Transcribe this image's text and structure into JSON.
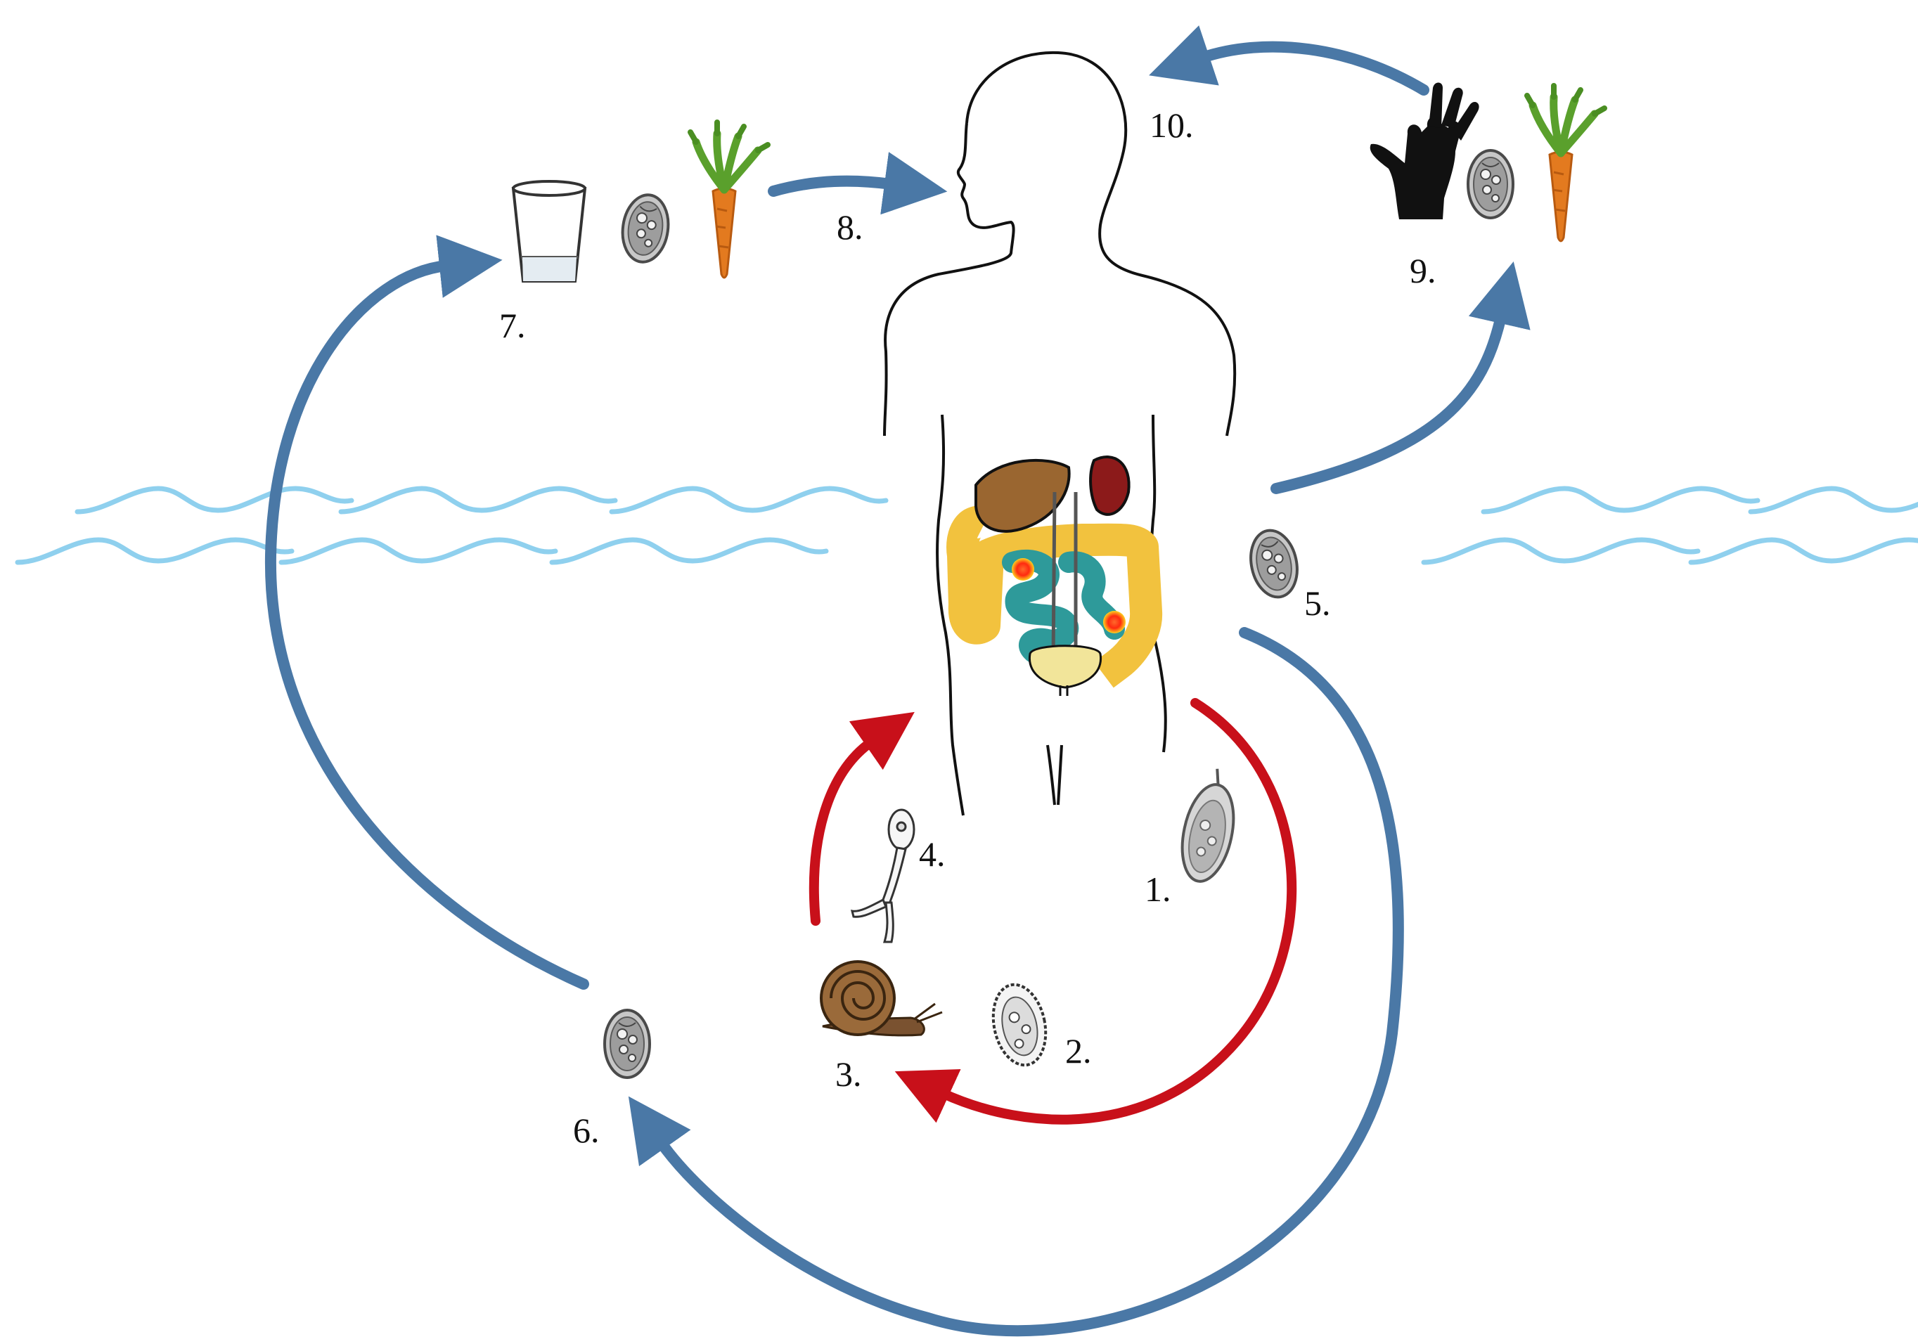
{
  "colors": {
    "background": "#ffffff",
    "blue_arrow": "#4a78a6",
    "red_arrow": "#c8101a",
    "water": "#8fd0ee",
    "outline": "#111111",
    "colon": "#f2c23e",
    "small_intestine": "#2e9a9a",
    "liver": "#9a6630",
    "spleen": "#8c1a1a",
    "bladder": "#f2e59a",
    "carrot": "#e37a1f",
    "carrot_leaves": "#5aa02c",
    "snail_shell": "#8a5a2b",
    "egg_fill": "#b9b9b9",
    "lesion": "#ff3b1f"
  },
  "steps": [
    {
      "number": "1.",
      "icon": "spined-egg-icon"
    },
    {
      "number": "2.",
      "icon": "miracidium-icon"
    },
    {
      "number": "3.",
      "icon": "snail-icon"
    },
    {
      "number": "4.",
      "icon": "cercaria-icon"
    },
    {
      "number": "5.",
      "icon": "egg-icon"
    },
    {
      "number": "6.",
      "icon": "egg-icon"
    },
    {
      "number": "7.",
      "icon": "water-glass-icon"
    },
    {
      "number": "8.",
      "icon": "arrow-icon"
    },
    {
      "number": "9.",
      "icon": "hand-icon"
    },
    {
      "number": "10.",
      "icon": "arrow-icon"
    }
  ],
  "icons": {
    "host": "human-silhouette-icon",
    "organs": "abdominal-organs-icon",
    "water": "water-waves-icon",
    "food": "carrot-icon"
  }
}
